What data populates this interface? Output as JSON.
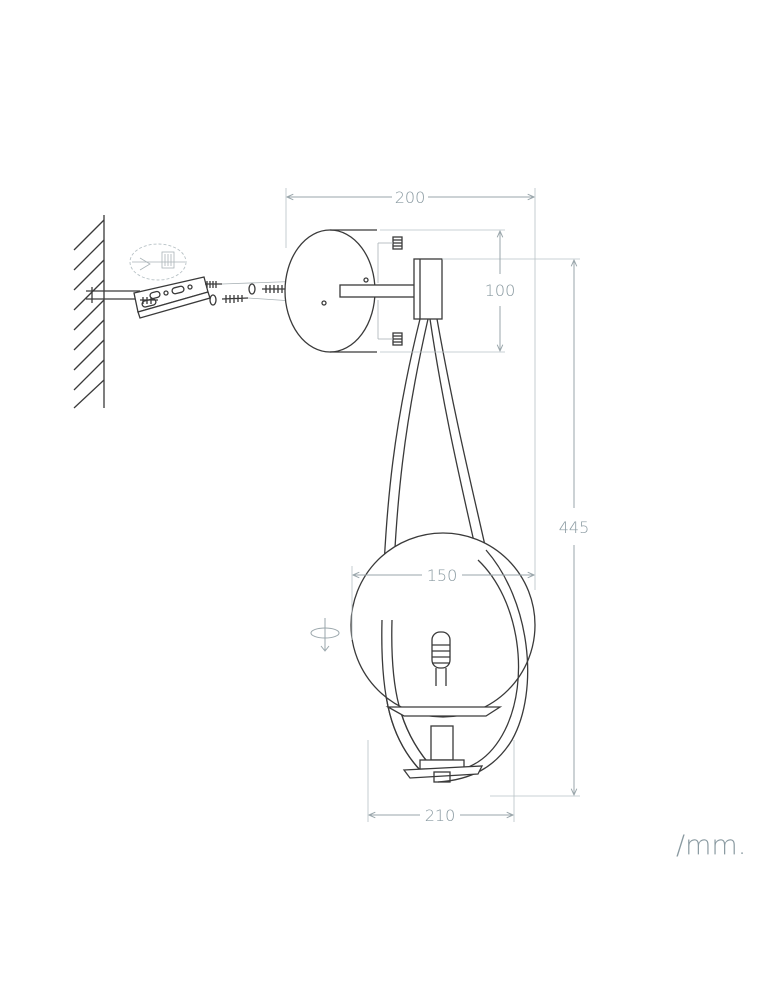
{
  "dimensions": {
    "width_top": "200",
    "canopy_height": "100",
    "total_height": "445",
    "globe_diameter": "150",
    "bottom_width": "210"
  },
  "unit_label": "/mm.",
  "colors": {
    "line": "#3a3a3a",
    "dimension": "#9aa6ab",
    "label": "#8a9aa1"
  }
}
